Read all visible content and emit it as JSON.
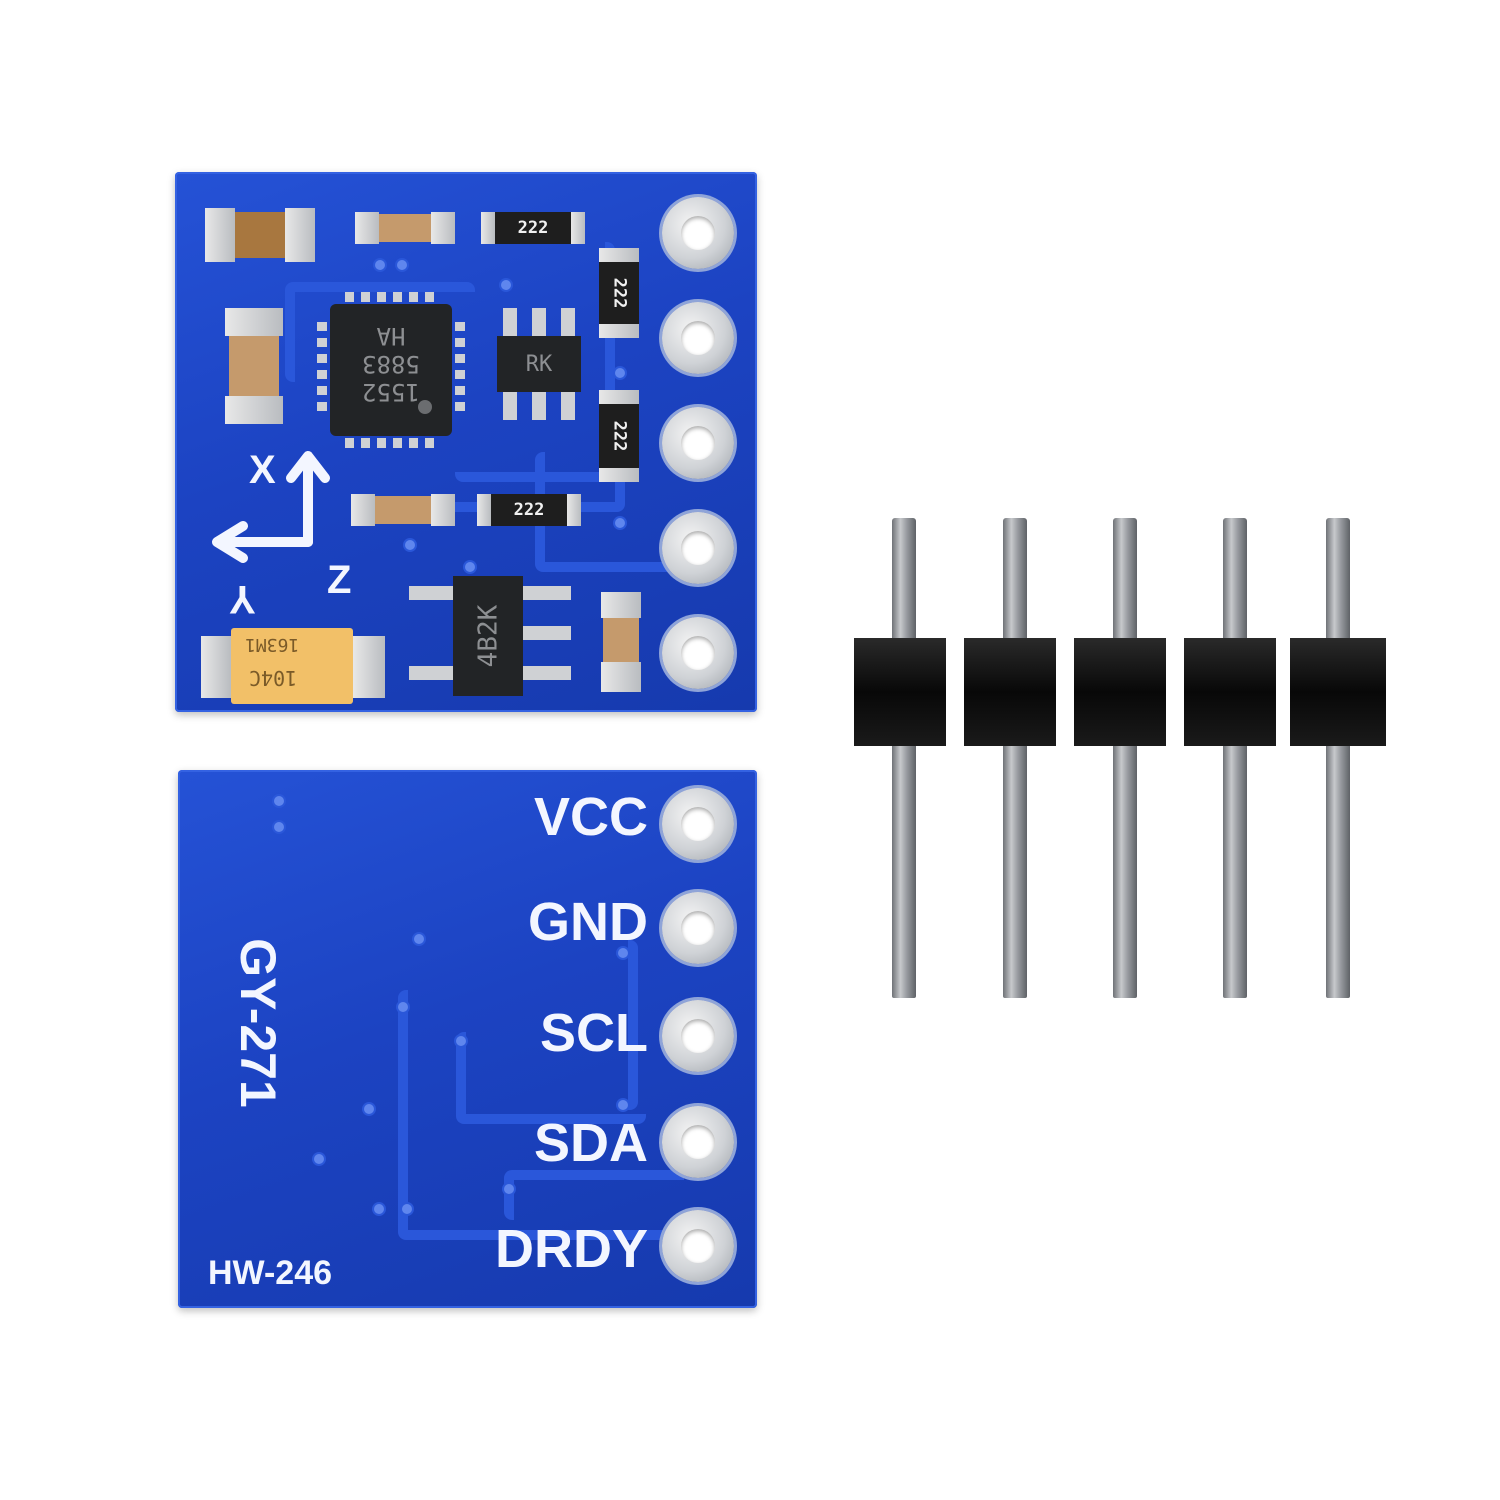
{
  "top_board": {
    "chip_main_lines": [
      "HA",
      "5883",
      "1552"
    ],
    "chip_small": "RK",
    "chip_regulator": "4B2K",
    "resistor_code": "222",
    "capacitor_code_1": "104C",
    "capacitor_code_2": "163M1",
    "axis_x": "X",
    "axis_y": "Y",
    "axis_z": "Z"
  },
  "bottom_board": {
    "model": "GY-271",
    "revision": "HW-246",
    "pins": [
      "VCC",
      "GND",
      "SCL",
      "SDA",
      "DRDY"
    ]
  },
  "header": {
    "pin_count": 5
  },
  "colors": {
    "pcb": "#1c43c2",
    "silkscreen": "#f3f6ff",
    "header_body": "#0b0b0b"
  }
}
